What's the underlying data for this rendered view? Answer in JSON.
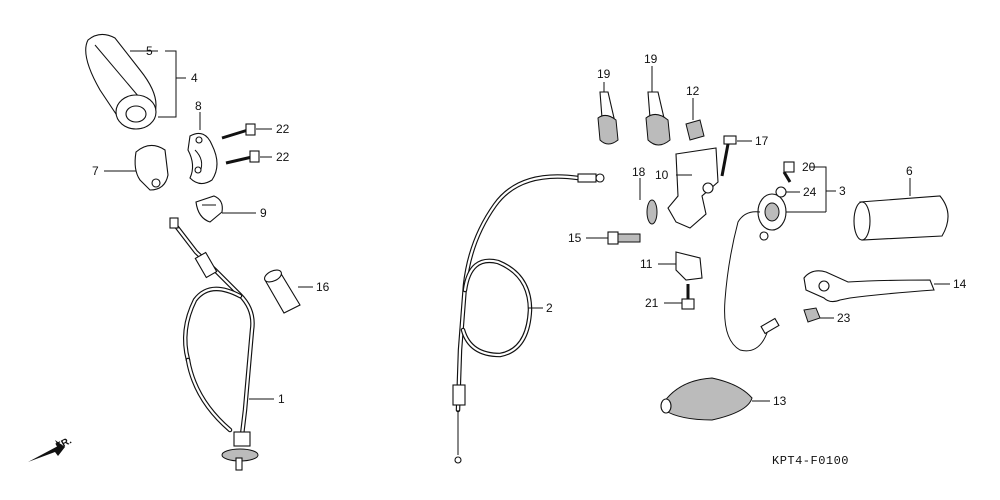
{
  "diagram": {
    "code": "KPT4-F0100",
    "front_marker": "FR.",
    "callouts": [
      {
        "id": "c5",
        "text": "5"
      },
      {
        "id": "c4",
        "text": "4"
      },
      {
        "id": "c8",
        "text": "8"
      },
      {
        "id": "c22a",
        "text": "22"
      },
      {
        "id": "c22b",
        "text": "22"
      },
      {
        "id": "c7",
        "text": "7"
      },
      {
        "id": "c9",
        "text": "9"
      },
      {
        "id": "c16",
        "text": "16"
      },
      {
        "id": "c1",
        "text": "1"
      },
      {
        "id": "c2",
        "text": "2"
      },
      {
        "id": "c19a",
        "text": "19"
      },
      {
        "id": "c19b",
        "text": "19"
      },
      {
        "id": "c12",
        "text": "12"
      },
      {
        "id": "c17",
        "text": "17"
      },
      {
        "id": "c18",
        "text": "18"
      },
      {
        "id": "c10",
        "text": "10"
      },
      {
        "id": "c15",
        "text": "15"
      },
      {
        "id": "c11",
        "text": "11"
      },
      {
        "id": "c21",
        "text": "21"
      },
      {
        "id": "c20",
        "text": "20"
      },
      {
        "id": "c24",
        "text": "24"
      },
      {
        "id": "c3",
        "text": "3"
      },
      {
        "id": "c6",
        "text": "6"
      },
      {
        "id": "c14",
        "text": "14"
      },
      {
        "id": "c23",
        "text": "23"
      },
      {
        "id": "c13",
        "text": "13"
      }
    ]
  }
}
